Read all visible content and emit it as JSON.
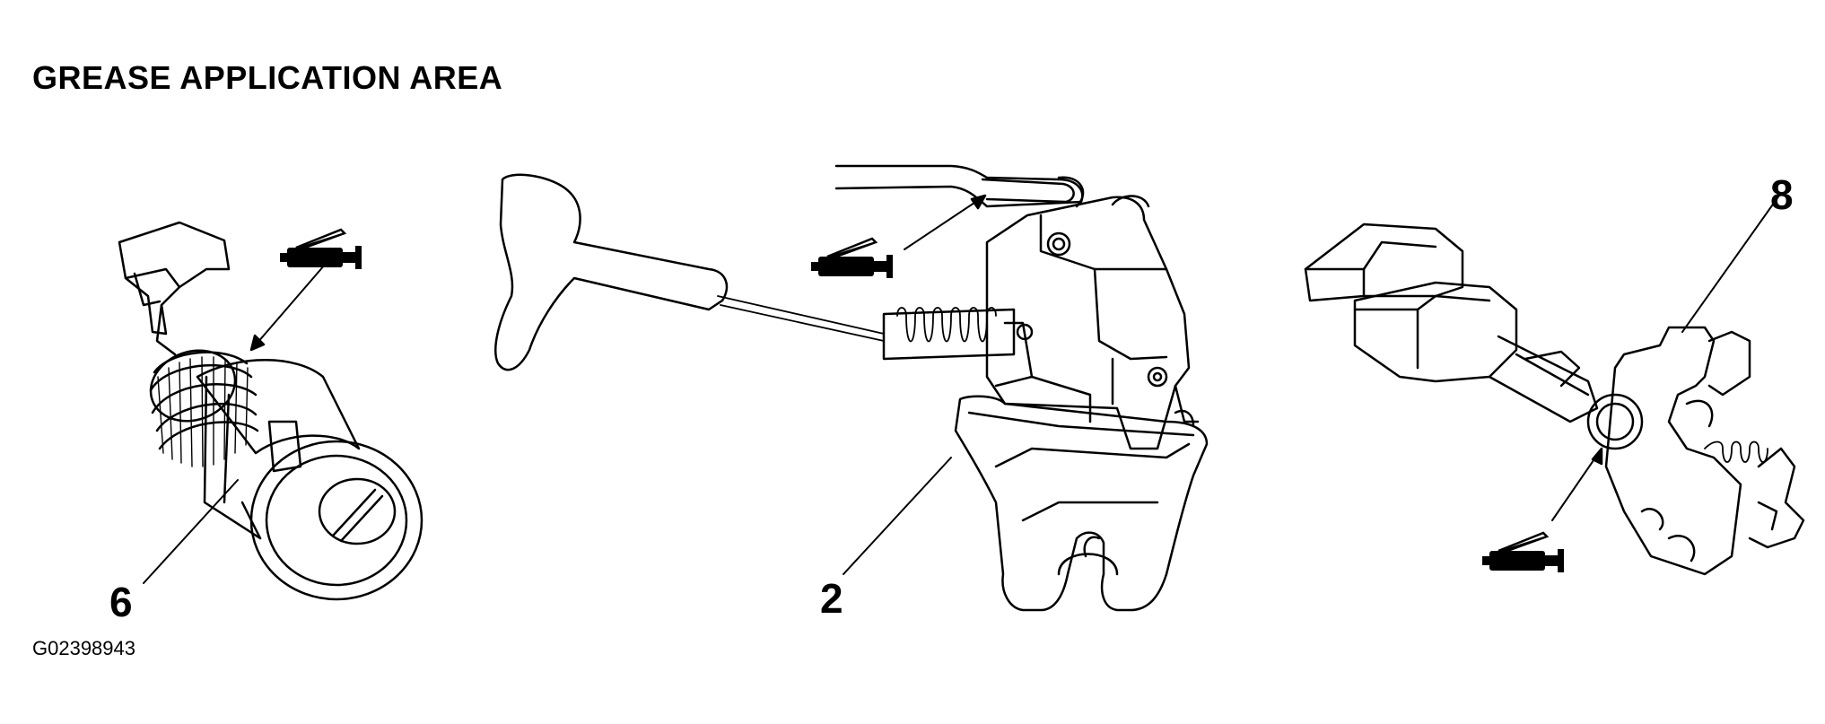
{
  "title": "GREASE APPLICATION AREA",
  "figure_id": "G02398943",
  "callouts": {
    "cylinder": "6",
    "latch": "2",
    "actuator": "8"
  },
  "icons": [
    "grease-gun-icon",
    "grease-gun-icon",
    "grease-gun-icon"
  ]
}
